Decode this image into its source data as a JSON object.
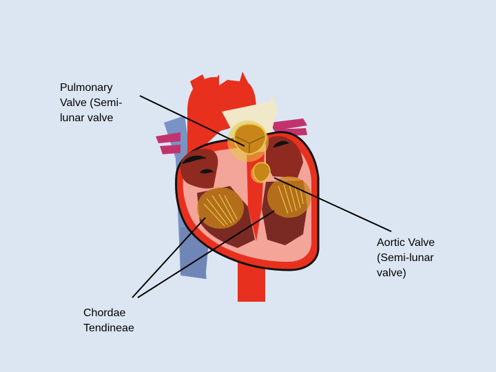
{
  "labels": {
    "pulmonary_valve": "Pulmonary\nValve (Semi-\nlunar valve",
    "aortic_valve": "Aortic Valve\n(Semi-lunar\nvalve)",
    "chordae_tendineae": "Chordae\nTendineae"
  },
  "colors": {
    "background": "#dce6f2",
    "heart_red": "#e8301f",
    "dark_chamber": "#8e2a20",
    "vein_blue": "#7893c4",
    "pulmonary_artery": "#f0e8c8",
    "valve_orange": "#c8861a",
    "highlight_yellow": "#e6c84a",
    "pulmonary_vein": "#c2336e",
    "wall_outline": "#111111"
  }
}
